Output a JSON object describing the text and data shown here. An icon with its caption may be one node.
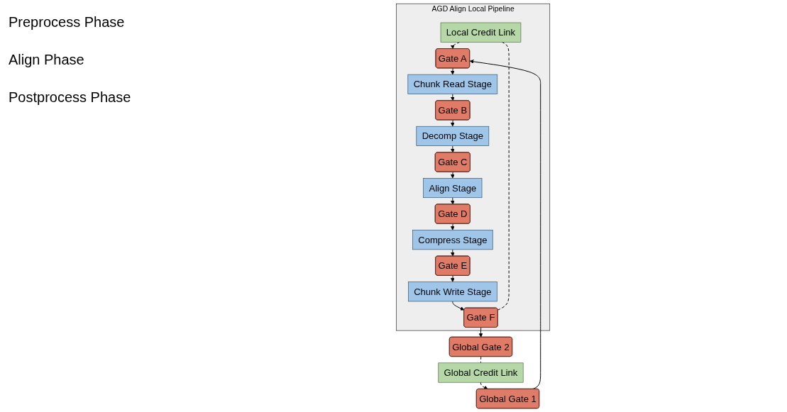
{
  "diagram": {
    "nodes": [
      {
        "text": [
          "AGD Align Local Pipeline"
        ]
      },
      {
        "text": [
          "Global Gate 1"
        ]
      },
      {
        "text": [
          "Global Credit Link"
        ]
      },
      {
        "text": [
          "Local Credit Link"
        ],
        "in": 0
      },
      {
        "text": [
          "Gate A"
        ],
        "in": 0
      },
      {
        "text": [
          "Chunk Read Stage"
        ],
        "in": 0
      },
      {
        "text": [
          "Gate B"
        ],
        "in": 0
      },
      {
        "text": [
          "Decomp Stage"
        ],
        "in": 0
      },
      {
        "text": [
          "Gate C"
        ],
        "in": 0
      },
      {
        "text": [
          "Align Stage"
        ],
        "in": 0
      },
      {
        "text": [
          "Gate D"
        ],
        "in": 0
      },
      {
        "text": [
          "Compress Stage"
        ],
        "in": 0
      },
      {
        "text": [
          "Gate E"
        ],
        "in": 0
      },
      {
        "text": [
          "Chunk Write Stage"
        ],
        "in": 0
      },
      {
        "text": [
          "Gate F"
        ],
        "in": 0
      },
      {
        "text": [
          "Global Gate 2"
        ]
      }
    ],
    "edges": [
      {
        "from": 1,
        "to": 4,
        "arrow": "to"
      },
      {
        "from": 4,
        "to": 5,
        "arrow": "to"
      },
      {
        "from": 5,
        "to": 6,
        "arrow": "to"
      },
      {
        "from": 6,
        "to": 7,
        "arrow": "to"
      },
      {
        "from": 7,
        "to": 8,
        "arrow": "to"
      },
      {
        "from": 8,
        "to": 9,
        "arrow": "to"
      },
      {
        "from": 9,
        "to": 10,
        "arrow": "to"
      },
      {
        "from": 10,
        "to": 11,
        "arrow": "to"
      },
      {
        "from": 11,
        "to": 12,
        "arrow": "to"
      },
      {
        "from": 12,
        "to": 13,
        "arrow": "to"
      },
      {
        "from": 13,
        "to": 14,
        "arrow": "to"
      },
      {
        "from": 14,
        "to": 15,
        "arrow": "to"
      },
      {
        "from": 15,
        "to": 2,
        "arrow": "none",
        "style": "dashed"
      },
      {
        "from": 2,
        "to": 1,
        "arrow": "to",
        "style": "dashed"
      },
      {
        "from": 14,
        "to": 3,
        "arrow": "none",
        "style": "dashed"
      },
      {
        "from": 3,
        "to": 4,
        "arrow": "to",
        "style": "dashed"
      }
    ],
    "labels": [
      "Preprocess Phase",
      "Align Phase",
      "Postprocess Phase"
    ]
  }
}
